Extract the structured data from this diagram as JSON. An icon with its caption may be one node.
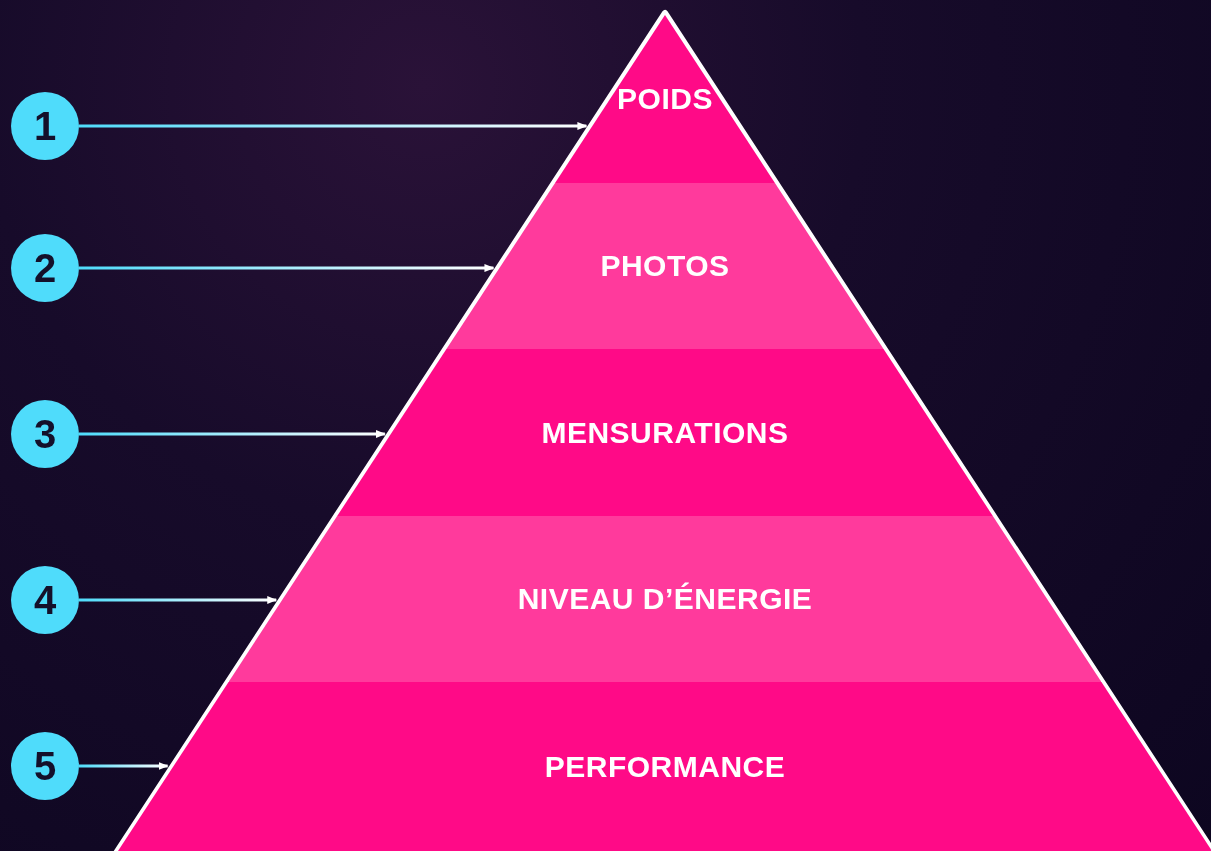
{
  "diagram": {
    "nodes": [
      {
        "text": [
          "1"
        ]
      },
      {
        "text": [
          "2"
        ]
      },
      {
        "text": [
          "3"
        ]
      },
      {
        "text": [
          "4"
        ]
      },
      {
        "text": [
          "5"
        ]
      },
      {
        "text": [
          "POIDS"
        ]
      },
      {
        "text": [
          "PHOTOS"
        ]
      },
      {
        "text": [
          "MENSURATIONS"
        ]
      },
      {
        "text": [
          "NIVEAU D’ÉNERGIE"
        ]
      },
      {
        "text": [
          "PERFORMANCE"
        ]
      }
    ],
    "edges": [
      {
        "from": 0,
        "to": 5,
        "arrow": "to"
      },
      {
        "from": 1,
        "to": 6,
        "arrow": "to"
      },
      {
        "from": 2,
        "to": 7,
        "arrow": "to"
      },
      {
        "from": 3,
        "to": 8,
        "arrow": "to"
      },
      {
        "from": 4,
        "to": 9,
        "arrow": "to"
      }
    ]
  }
}
